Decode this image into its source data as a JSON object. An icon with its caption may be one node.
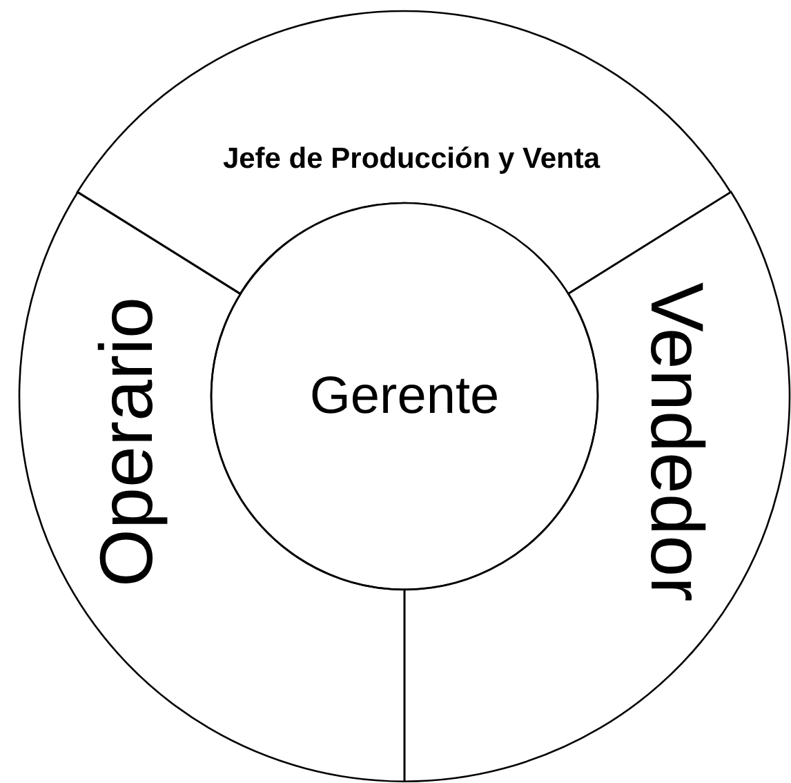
{
  "diagram": {
    "nodes": [
      {
        "text": [
          "Jefe de Producción y Venta"
        ]
      },
      {
        "text": [
          "Gerente"
        ]
      },
      {
        "text": [
          "Operario"
        ]
      },
      {
        "text": [
          "Vendedor"
        ]
      }
    ]
  }
}
